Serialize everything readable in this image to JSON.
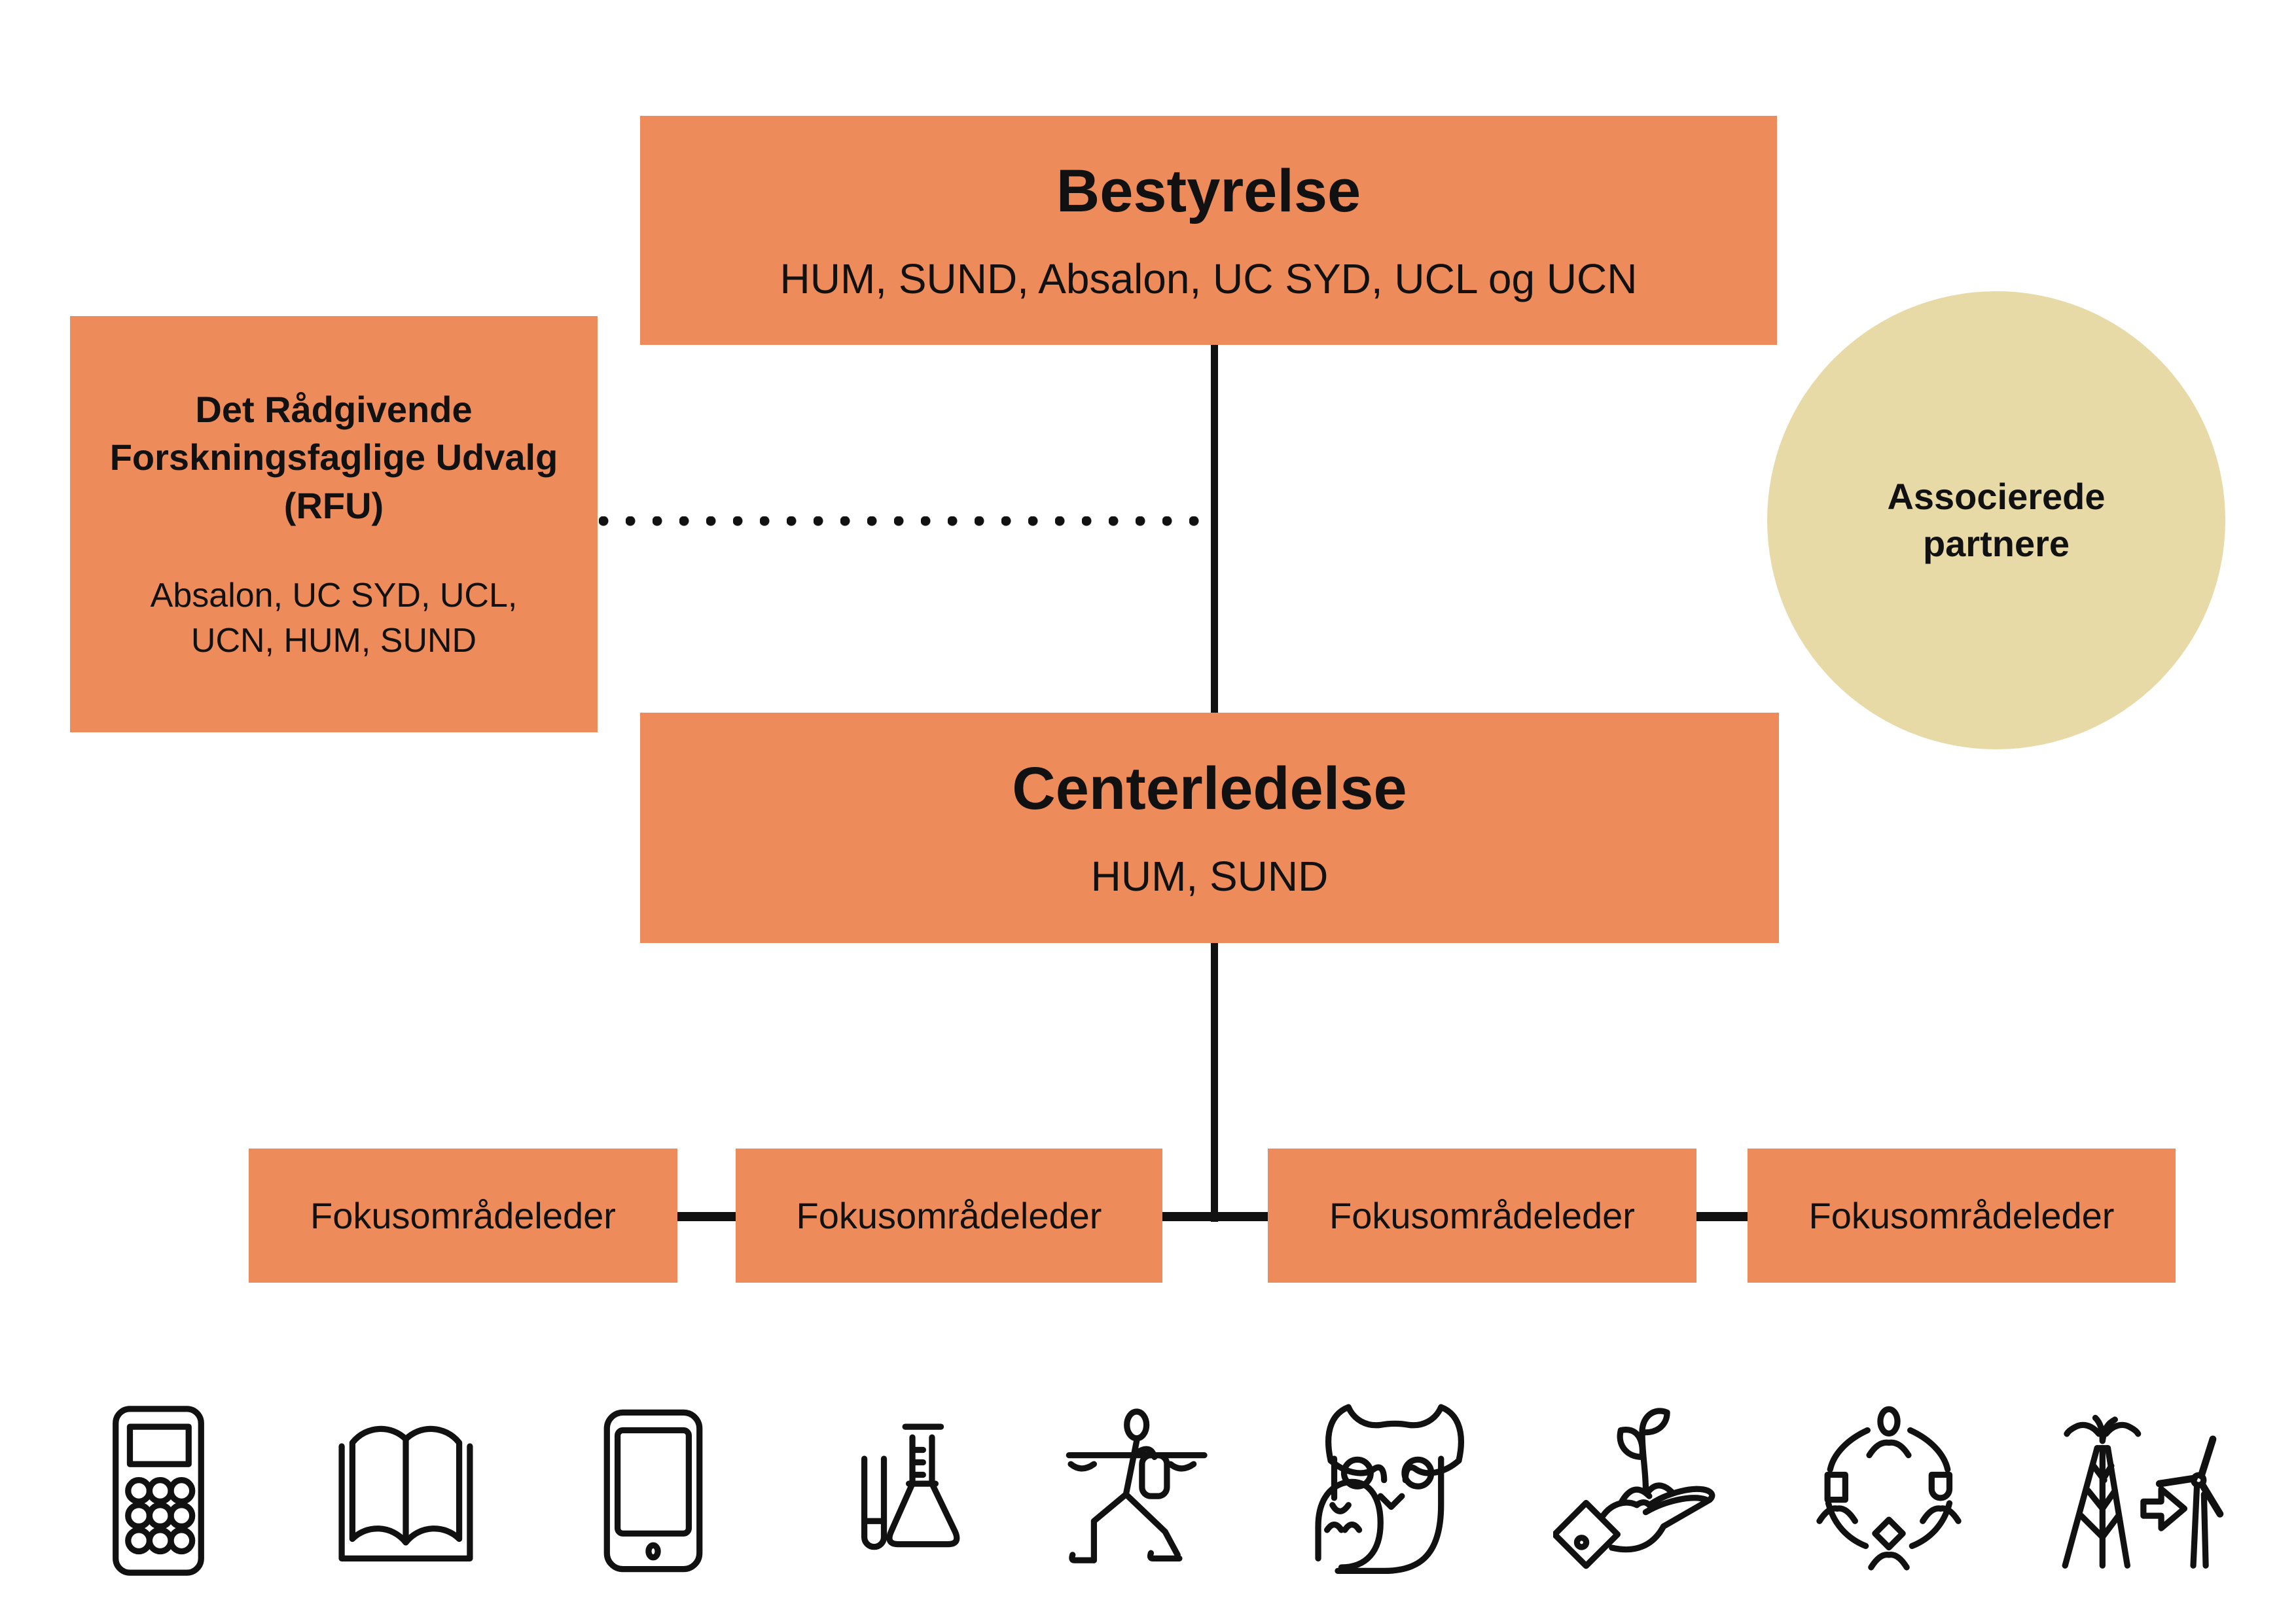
{
  "palette": {
    "box_orange": "#ED8B5B",
    "circle_tan": "#E7DAA7",
    "line_black": "#111111",
    "background": "#FFFFFF"
  },
  "chart": {
    "bestyrelse": {
      "title": "Bestyrelse",
      "members": "HUM, SUND, Absalon, UC SYD, UCL og UCN"
    },
    "rfu": {
      "title": "Det Rådgivende Forskningsfaglige Udvalg (RFU)",
      "members": "Absalon, UC SYD, UCL, UCN, HUM, SUND"
    },
    "associated_partners": {
      "title": "Associerede partnere"
    },
    "centerledelse": {
      "title": "Centerledelse",
      "members": "HUM, SUND"
    },
    "focus_area_leaders": [
      "Fokusområdeleder",
      "Fokusområdeleder",
      "Fokusområdeleder",
      "Fokusområdeleder"
    ]
  },
  "icons": [
    {
      "name": "calculator-icon"
    },
    {
      "name": "open-book-icon"
    },
    {
      "name": "tablet-icon"
    },
    {
      "name": "lab-flask-icon"
    },
    {
      "name": "yoga-pose-icon"
    },
    {
      "name": "owl-icon"
    },
    {
      "name": "hand-sprout-icon"
    },
    {
      "name": "people-network-icon"
    },
    {
      "name": "energy-transition-icon"
    }
  ]
}
